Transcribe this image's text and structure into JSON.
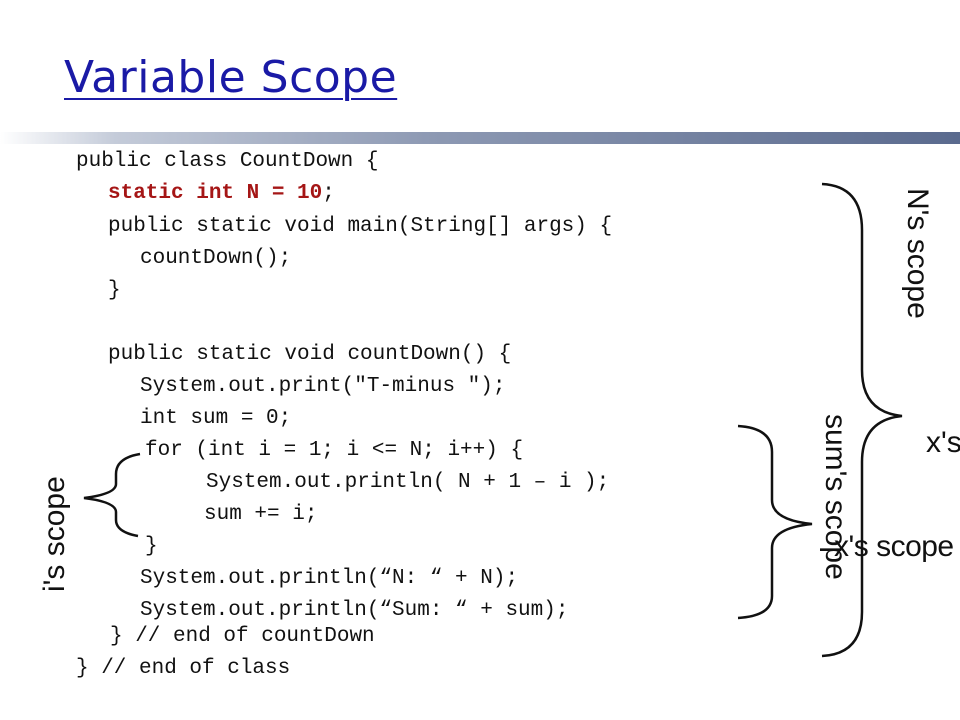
{
  "title": "Variable Scope",
  "code": {
    "l1": "public class CountDown {",
    "l2_main": "static int N = 10",
    "l2_semi": ";",
    "l3": "public static void main(String[] args) {",
    "l4": "countDown();",
    "l5": "}",
    "l6": "public static void countDown() {",
    "l7": "System.out.print(\"T-minus \");",
    "l8": "int sum = 0;",
    "l9": "for (int i = 1; i <= N; i++) {",
    "l10": "System.out.println( N + 1 – i );",
    "l11": "sum += i;",
    "l12": "}",
    "l13": "System.out.println(“N: “ + N);",
    "l14": "System.out.println(“Sum: “ + sum);",
    "l15": "} // end of countDown",
    "l16": "} // end of class"
  },
  "labels": {
    "n_scope": "N's scope",
    "sum_scope": "sum's scope",
    "i_scope": "i's scope",
    "x_scope_partial": "x's",
    "x_scope": "x's scope"
  }
}
